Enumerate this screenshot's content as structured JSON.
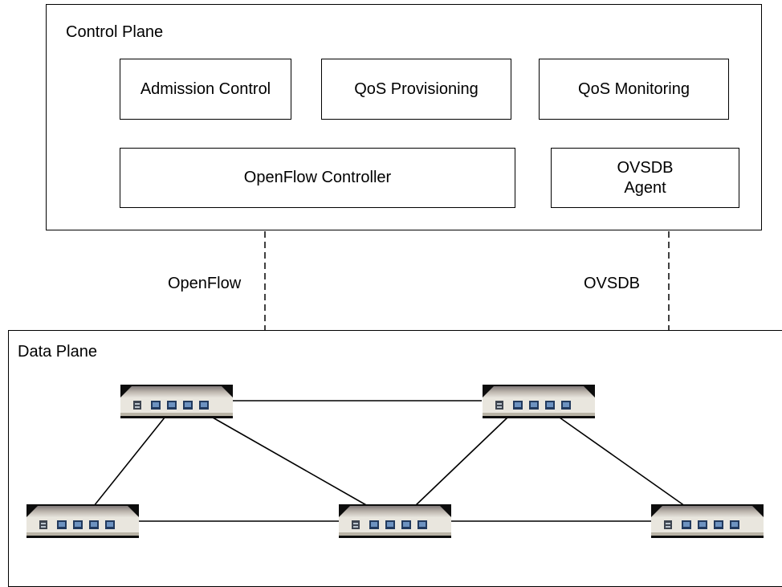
{
  "control_plane": {
    "title": "Control Plane",
    "modules": {
      "admission_control": "Admission Control",
      "qos_provisioning": "QoS Provisioning",
      "qos_monitoring": "QoS Monitoring",
      "openflow_controller": "OpenFlow Controller",
      "ovsdb_agent_line1": "OVSDB",
      "ovsdb_agent_line2": "Agent"
    }
  },
  "interfaces": {
    "openflow": "OpenFlow",
    "ovsdb": "OVSDB"
  },
  "data_plane": {
    "title": "Data Plane",
    "switch_icon": "network-switch-icon",
    "switches": [
      "top-left",
      "top-right",
      "bottom-left",
      "bottom-center",
      "bottom-right"
    ],
    "links": [
      [
        "top-left",
        "top-right"
      ],
      [
        "top-left",
        "bottom-left"
      ],
      [
        "top-left",
        "bottom-center"
      ],
      [
        "top-right",
        "bottom-center"
      ],
      [
        "top-right",
        "bottom-right"
      ],
      [
        "bottom-left",
        "bottom-center"
      ],
      [
        "bottom-center",
        "bottom-right"
      ]
    ]
  }
}
